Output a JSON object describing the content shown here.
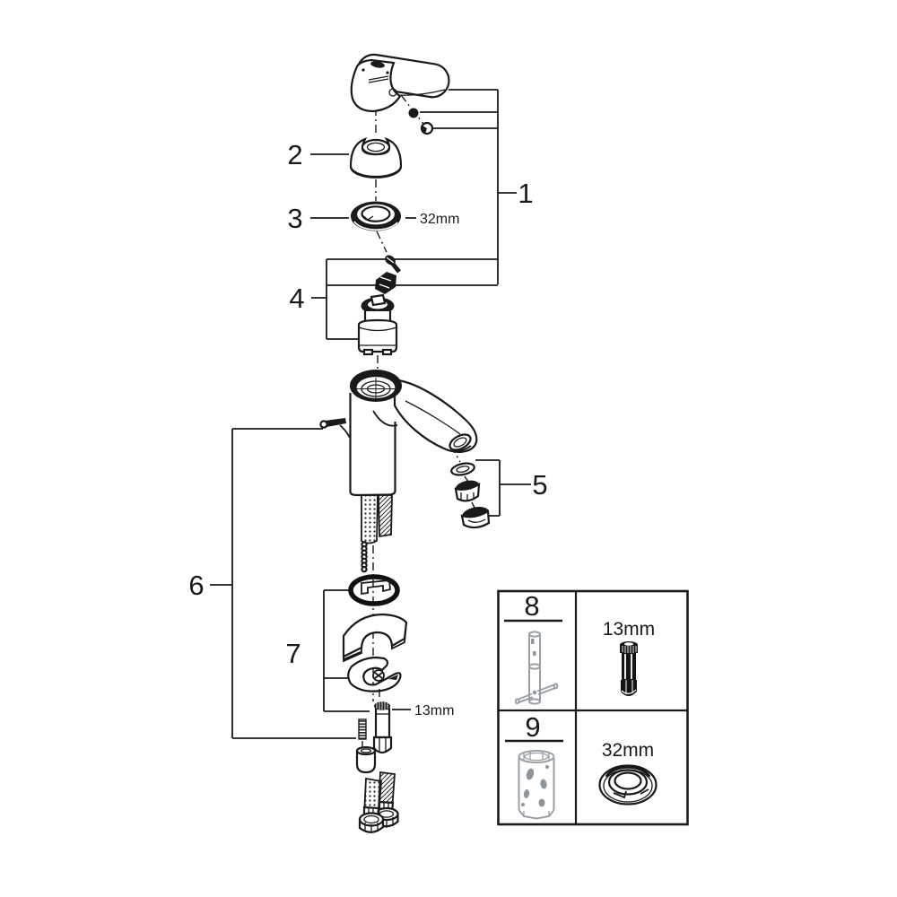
{
  "labels": {
    "callout_1": "1",
    "callout_2": "2",
    "callout_3": "3",
    "callout_4": "4",
    "callout_5": "5",
    "callout_6": "6",
    "callout_7": "7",
    "ring_nut_size": "32mm",
    "stud_size": "13mm"
  },
  "parts_box": {
    "item_8_number": "8",
    "item_8_tool_size": "13mm",
    "item_9_number": "9",
    "item_9_tool_size": "32mm"
  },
  "colors": {
    "line": "#1a1a1a",
    "tool_gray": "#9aa0a6",
    "background": "#ffffff"
  }
}
